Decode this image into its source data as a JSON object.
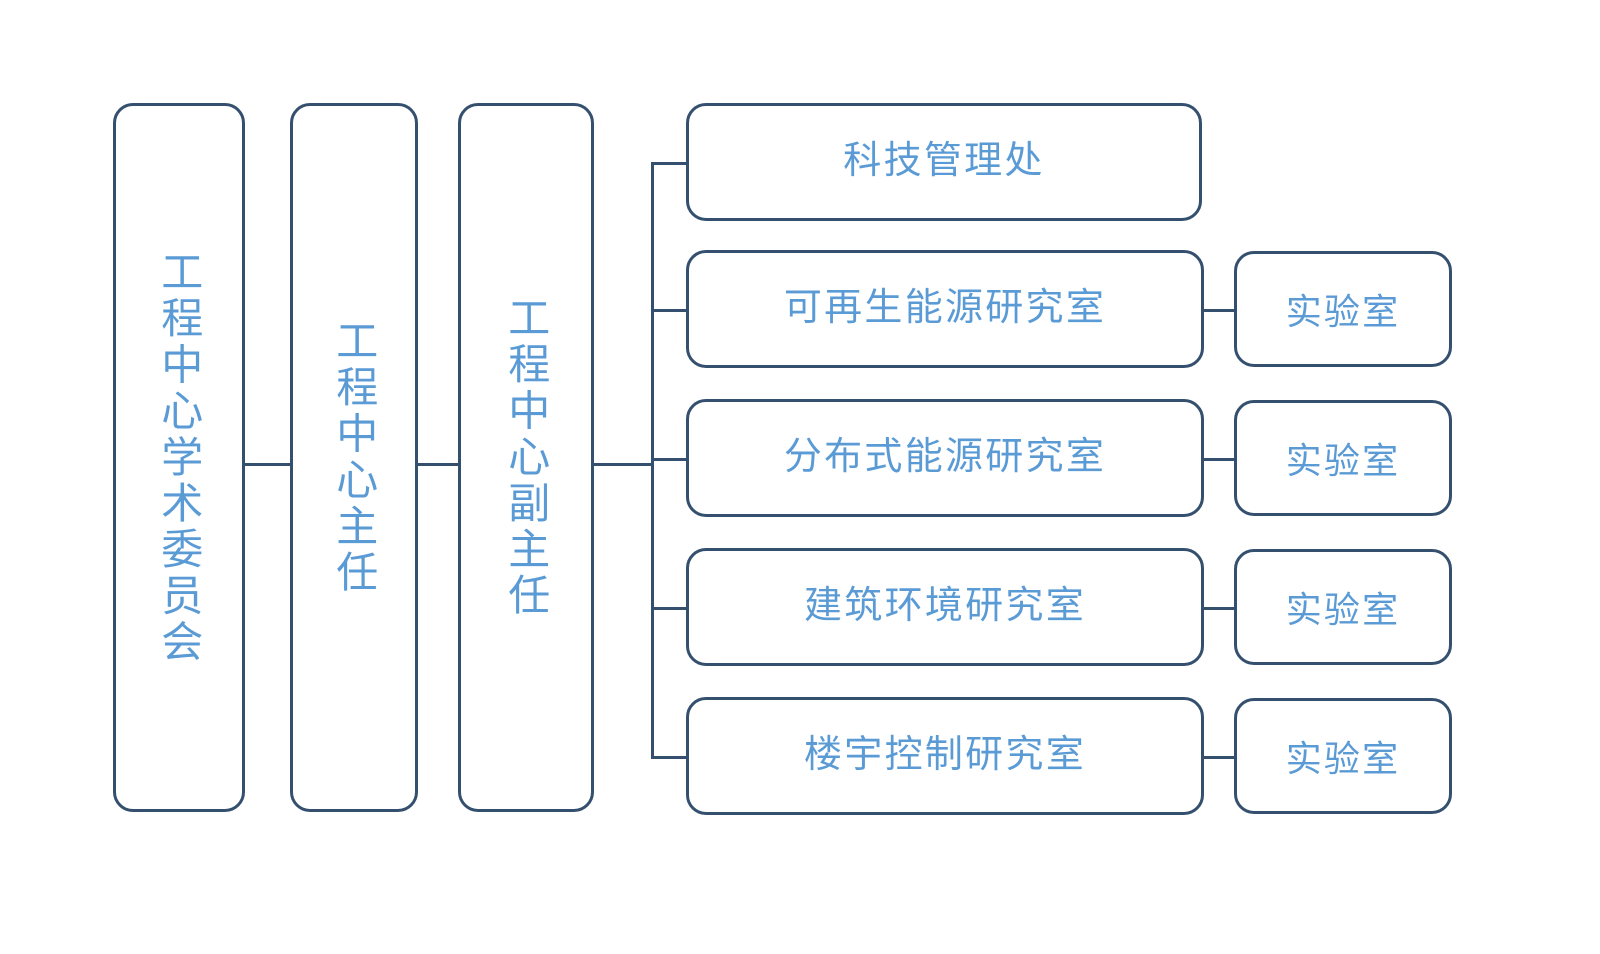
{
  "diagram": {
    "type": "organization-chart",
    "title": "",
    "colors": {
      "border": "#35506F",
      "text": "#5B9BD5",
      "background": "#FFFFFF"
    },
    "levels": {
      "committee": {
        "label": "工程中心学术委员会"
      },
      "director": {
        "label": "工程中心主任"
      },
      "deputy_director": {
        "label": "工程中心副主任"
      }
    },
    "departments": [
      {
        "label": "科技管理处",
        "lab": null
      },
      {
        "label": "可再生能源研究室",
        "lab": "实验室"
      },
      {
        "label": "分布式能源研究室",
        "lab": "实验室"
      },
      {
        "label": "建筑环境研究室",
        "lab": "实验室"
      },
      {
        "label": "楼宇控制研究室",
        "lab": "实验室"
      }
    ]
  }
}
